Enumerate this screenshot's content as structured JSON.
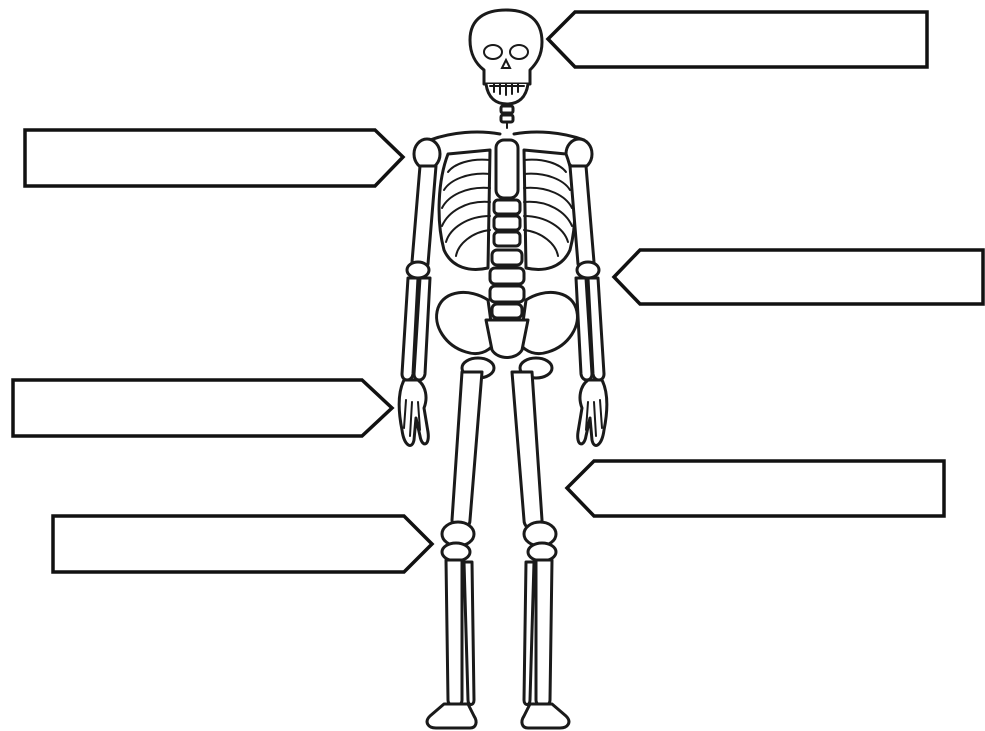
{
  "diagram": {
    "labels": [
      {
        "id": "skull",
        "text": ""
      },
      {
        "id": "shoulder",
        "text": ""
      },
      {
        "id": "spine",
        "text": ""
      },
      {
        "id": "hand",
        "text": ""
      },
      {
        "id": "femur",
        "text": ""
      },
      {
        "id": "knee",
        "text": ""
      }
    ]
  }
}
